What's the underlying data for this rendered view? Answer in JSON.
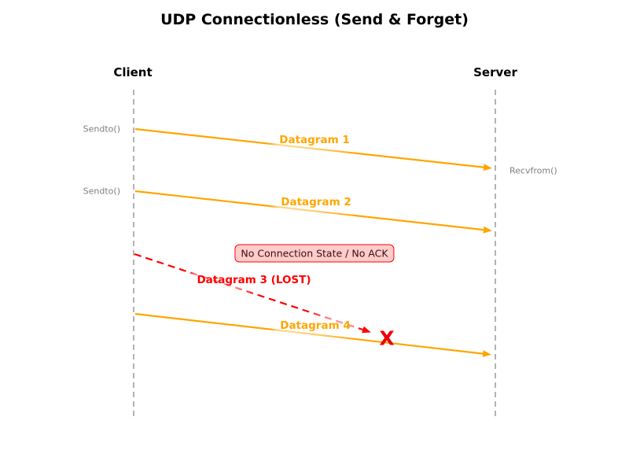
{
  "title": "UDP Connectionless (Send & Forget)",
  "actors": {
    "client": "Client",
    "server": "Server"
  },
  "calls": {
    "sendto_1": "Sendto()",
    "sendto_2": "Sendto()",
    "recvfrom": "Recvfrom()"
  },
  "messages": [
    {
      "label": "Datagram 1",
      "status": "delivered"
    },
    {
      "label": "Datagram 2",
      "status": "delivered"
    },
    {
      "label": "Datagram 3 (LOST)",
      "status": "lost"
    },
    {
      "label": "Datagram 4",
      "status": "delivered"
    }
  ],
  "note": "No Connection State / No ACK",
  "lost_marker": "X",
  "colors": {
    "datagram_arrow": "#FFA500",
    "lost_arrow": "#FF0000",
    "lifeline": "#ababab",
    "call_text": "#7f7f7f",
    "note_bg": "#FFCCCC",
    "note_border": "#FF0000",
    "note_text": "#3D0C0C"
  }
}
